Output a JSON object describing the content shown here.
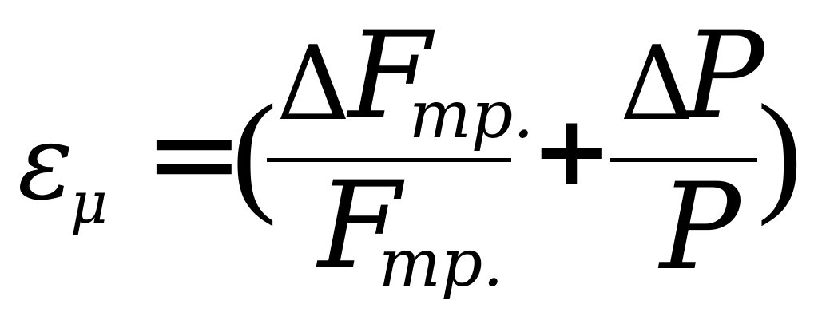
{
  "formula": {
    "lhs_symbol": "ε",
    "lhs_subscript": "μ",
    "equals": "=",
    "open_paren": "(",
    "close_paren": ")",
    "plus": "+",
    "term1": {
      "numerator_delta": "Δ",
      "numerator_var": "F",
      "numerator_sub": "тр.",
      "denominator_var": "F",
      "denominator_sub": "тр."
    },
    "term2": {
      "numerator_delta": "Δ",
      "numerator_var": "P",
      "denominator_var": "P"
    }
  }
}
